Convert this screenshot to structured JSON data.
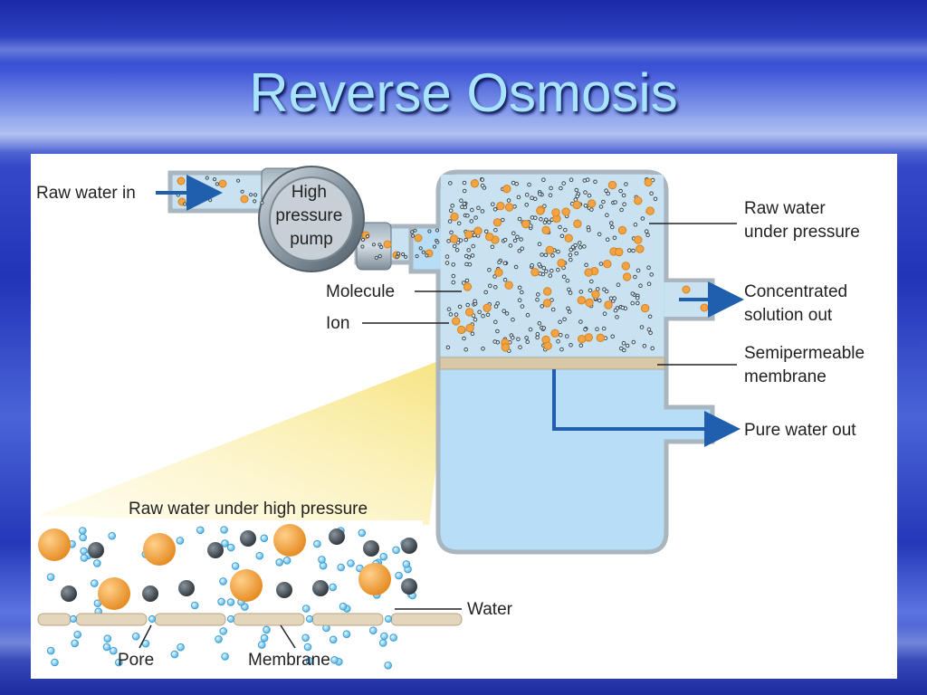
{
  "slide": {
    "title": "Reverse Osmosis"
  },
  "diagram": {
    "pump_label": [
      "High",
      "pressure",
      "pump"
    ],
    "raw_water_in": "Raw water in",
    "raw_water_under_pressure": [
      "Raw water",
      "under pressure"
    ],
    "concentrated_out": [
      "Concentrated",
      "solution out"
    ],
    "semipermeable": [
      "Semipermeable",
      "membrane"
    ],
    "pure_water_out": "Pure water out",
    "molecule": "Molecule",
    "ion": "Ion",
    "inset_title": "Raw water under high pressure",
    "water": "Water",
    "pore": "Pore",
    "membrane": "Membrane"
  },
  "colors": {
    "tank_fill_top": "#c3e1f5",
    "tank_fill_bottom": "#b3dcf7",
    "membrane": "#d8c8a8",
    "arrow": "#1f5fae",
    "molecule": "#f0a040",
    "ion": "#404a52"
  }
}
